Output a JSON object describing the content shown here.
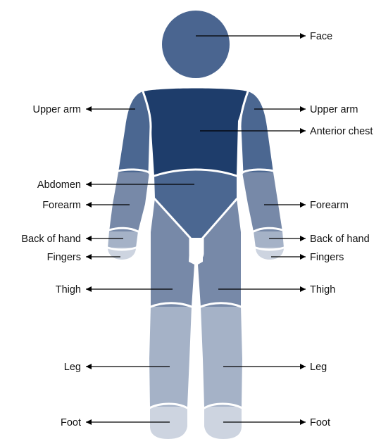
{
  "colors": {
    "head": "#4a6590",
    "chest": "#1e3d6b",
    "upper_arm": "#4b6791",
    "abdomen": "#4b6791",
    "forearm": "#7789a8",
    "thigh": "#7789a8",
    "hand": "#a5b2c7",
    "leg": "#a5b2c7",
    "fingers": "#cdd4e0",
    "foot": "#cdd4e0",
    "arrow": "#000000",
    "text": "#111111"
  },
  "labels": {
    "face": "Face",
    "upper_arm_left": "Upper arm",
    "upper_arm_right": "Upper arm",
    "anterior_chest": "Anterior chest",
    "abdomen": "Abdomen",
    "forearm_left": "Forearm",
    "forearm_right": "Forearm",
    "back_of_hand_left": "Back of hand",
    "back_of_hand_right": "Back of hand",
    "fingers_left": "Fingers",
    "fingers_right": "Fingers",
    "thigh_left": "Thigh",
    "thigh_right": "Thigh",
    "leg_left": "Leg",
    "leg_right": "Leg",
    "foot_left": "Foot",
    "foot_right": "Foot"
  }
}
